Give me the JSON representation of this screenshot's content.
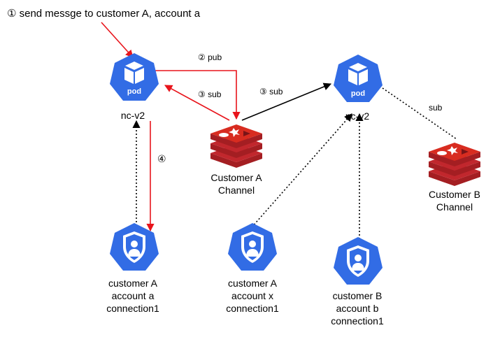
{
  "colors": {
    "k8s_blue": "#326ce5",
    "redis_red": "#c1272d",
    "redis_dark": "#a41e22",
    "arrow_red": "#e8141b",
    "arrow_black": "#000000"
  },
  "annotation": {
    "text": "① send messge to customer A, account a"
  },
  "pods": [
    {
      "badge": "pod",
      "label": "nc-v2",
      "icon": "pod-cube-icon"
    },
    {
      "badge": "pod",
      "label": "nc-v2",
      "icon": "pod-cube-icon"
    }
  ],
  "channels": [
    {
      "line1": "Customer A",
      "line2": "Channel",
      "icon": "redis-icon"
    },
    {
      "line1": "Customer B",
      "line2": "Channel",
      "icon": "redis-icon"
    }
  ],
  "connections": [
    {
      "line1": "customer A",
      "line2": "account a",
      "line3": "connection1",
      "icon": "user-shield-icon"
    },
    {
      "line1": "customer A",
      "line2": "account x",
      "line3": "connection1",
      "icon": "user-shield-icon"
    },
    {
      "line1": "customer B",
      "line2": "account b",
      "line3": "connection1",
      "icon": "user-shield-icon"
    }
  ],
  "edge_labels": {
    "pub": "② pub",
    "sub_left": "③ sub",
    "sub_right": "③ sub",
    "sub_b": "sub",
    "step4": "④"
  }
}
